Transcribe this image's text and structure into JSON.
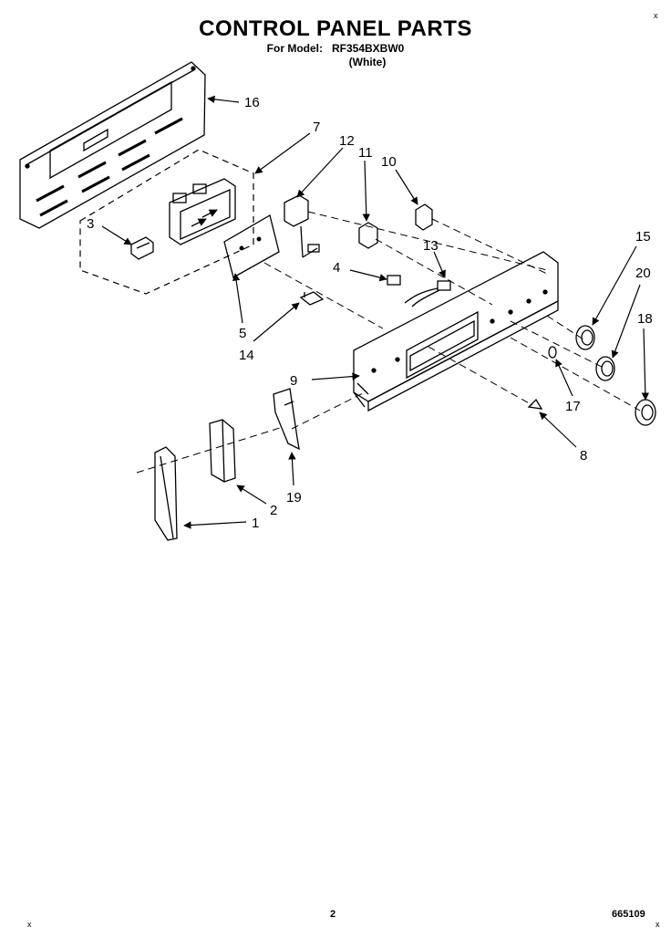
{
  "header": {
    "title": "CONTROL PANEL PARTS",
    "model_prefix": "For Model:",
    "model": "RF354BXBW0",
    "color": "(White)"
  },
  "callouts": [
    "1",
    "2",
    "3",
    "4",
    "5",
    "7",
    "8",
    "9",
    "10",
    "11",
    "12",
    "13",
    "14",
    "15",
    "16",
    "17",
    "18",
    "19",
    "20"
  ],
  "footer": {
    "page_number": "2",
    "doc_number": "665109",
    "corner_mark": "x"
  }
}
